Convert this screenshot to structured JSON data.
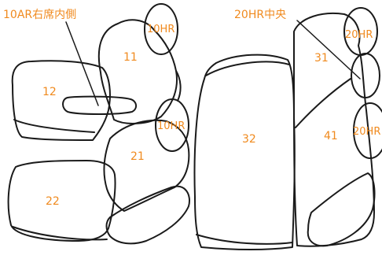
{
  "diagram": {
    "callouts": {
      "row1_right": "10AR右席内側",
      "row2_center": "20HR中央"
    },
    "seats": {
      "s11": "11",
      "s12": "12",
      "s21": "21",
      "s22": "22",
      "s31": "31",
      "s32": "32",
      "s41": "41"
    },
    "headrests": {
      "hr_row1": "10HR",
      "hr_row1_lower": "10HR",
      "hr_row2_top": "20HR",
      "hr_row2_lower": "20HR"
    },
    "colors": {
      "stroke": "#1a1a1a",
      "label": "#f08a1e",
      "background": "#ffffff"
    }
  }
}
